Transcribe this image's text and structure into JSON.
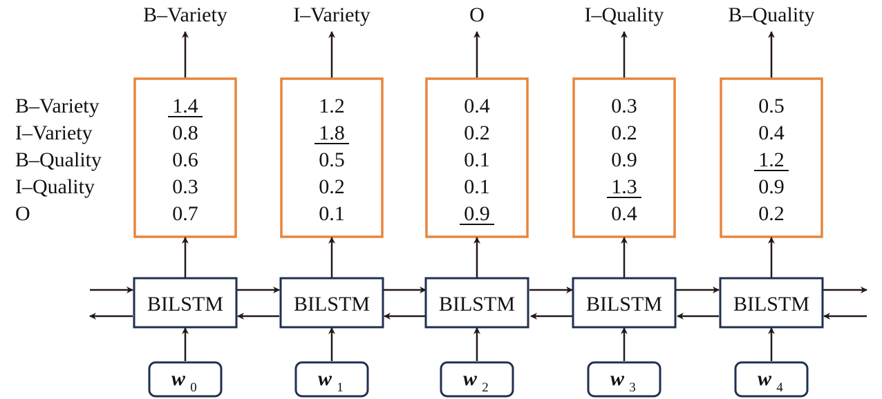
{
  "row_labels": [
    "B–Variety",
    "I–Variety",
    "B–Quality",
    "I–Quality",
    "O"
  ],
  "columns": [
    {
      "output_tag": "B–Variety",
      "scores": [
        "1.4",
        "0.8",
        "0.6",
        "0.3",
        "0.7"
      ],
      "max_index": 0,
      "encoder_label": "BILSTM",
      "input": {
        "symbol": "w",
        "subscript": "0"
      }
    },
    {
      "output_tag": "I–Variety",
      "scores": [
        "1.2",
        "1.8",
        "0.5",
        "0.2",
        "0.1"
      ],
      "max_index": 1,
      "encoder_label": "BILSTM",
      "input": {
        "symbol": "w",
        "subscript": "1"
      }
    },
    {
      "output_tag": "O",
      "scores": [
        "0.4",
        "0.2",
        "0.1",
        "0.1",
        "0.9"
      ],
      "max_index": 4,
      "encoder_label": "BILSTM",
      "input": {
        "symbol": "w",
        "subscript": "2"
      }
    },
    {
      "output_tag": "I–Quality",
      "scores": [
        "0.3",
        "0.2",
        "0.9",
        "1.3",
        "0.4"
      ],
      "max_index": 3,
      "encoder_label": "BILSTM",
      "input": {
        "symbol": "w",
        "subscript": "3"
      }
    },
    {
      "output_tag": "B–Quality",
      "scores": [
        "0.5",
        "0.4",
        "1.2",
        "0.9",
        "0.2"
      ],
      "max_index": 2,
      "encoder_label": "BILSTM",
      "input": {
        "symbol": "w",
        "subscript": "4"
      }
    }
  ],
  "colors": {
    "score_box_border": "#E8853D",
    "encoder_box_border": "#1F3050",
    "input_box_border": "#1F3050",
    "arrow": "#231815",
    "text": "#111111"
  }
}
